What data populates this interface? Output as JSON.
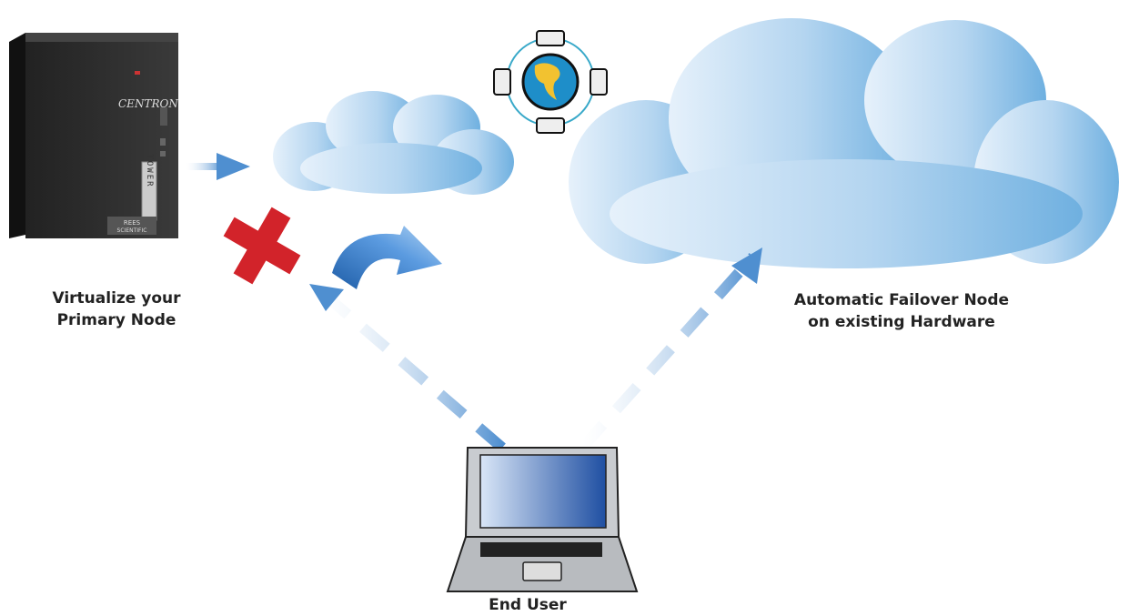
{
  "labels": {
    "primary_line1": "Virtualize your",
    "primary_line2": "Primary Node",
    "failover_line1": "Automatic Failover Node",
    "failover_line2": "on existing Hardware",
    "end_user": "End User"
  },
  "tower": {
    "brand": "CENTRON",
    "model": "TOWER",
    "maker_line1": "REES",
    "maker_line2": "SCIENTIFIC"
  },
  "colors": {
    "cloud_light": "#e4f0fa",
    "cloud_dark": "#6fb0e0",
    "arrow_blue": "#5d9ad6",
    "cross_red": "#d2232a",
    "tower_body": "#2b2b2b",
    "globe_ocean": "#1e8ec9",
    "globe_land": "#f2c230",
    "laptop_screen": "#2a5db0"
  },
  "icons": [
    "server-tower-icon",
    "cloud-icon",
    "globe-network-icon",
    "red-cross-icon",
    "curved-arrow-icon",
    "laptop-icon"
  ]
}
